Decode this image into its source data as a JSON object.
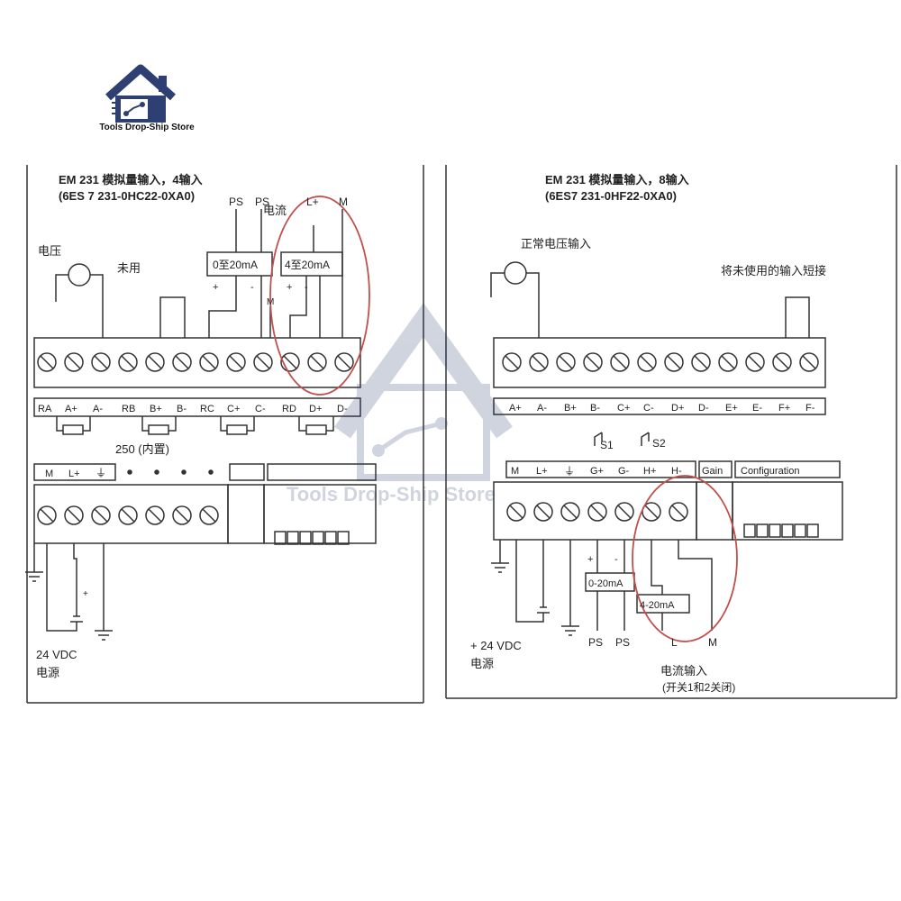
{
  "brand": {
    "name": "Tools Drop-Ship Store",
    "watermark": "Tools Drop-Ship Store",
    "color": "#2e3f73"
  },
  "left_panel": {
    "title": "EM 231 模拟量输入，4输入",
    "part_number": "(6ES 7 231-0HC22-0XA0)",
    "label_voltage": "电压",
    "label_unused": "未用",
    "label_current": "电流",
    "ps1": "PS",
    "ps2": "PS",
    "lplus": "L+",
    "m": "M",
    "box1": "0至20mA",
    "box2": "4至20mA",
    "plus1": "+",
    "minus1": "-",
    "plus2": "+",
    "minus2": "-",
    "m_small": "M",
    "terminals": [
      "RA",
      "A+",
      "A-",
      "RB",
      "B+",
      "B-",
      "RC",
      "C+",
      "C-",
      "RD",
      "D+",
      "D-"
    ],
    "resistor_note": "250 (内置)",
    "power_terms": [
      "M",
      "L+",
      "⏚"
    ],
    "supply_label": "24 VDC",
    "supply_sub": "电源",
    "plus_small": "+"
  },
  "right_panel": {
    "title": "EM 231 模拟量输入，8输入",
    "part_number": "(6ES7 231-0HF22-0XA0)",
    "label_voltage": "正常电压输入",
    "label_unused": "将未使用的输入短接",
    "terminals": [
      "A+",
      "A-",
      "B+",
      "B-",
      "C+",
      "C-",
      "D+",
      "D-",
      "E+",
      "E-",
      "F+",
      "F-"
    ],
    "switch1": "S1",
    "switch2": "S2",
    "lower_terms": [
      "M",
      "L+",
      "⏚",
      "G+",
      "G-",
      "H+",
      "H-"
    ],
    "gain": "Gain",
    "configuration": "Configuration",
    "box1": "0-20mA",
    "box2": "4-20mA",
    "plus": "+",
    "minus": "-",
    "bottom_labels": [
      "PS",
      "PS",
      "L",
      "M"
    ],
    "supply_label": "+ 24 VDC",
    "supply_sub": "电源",
    "current_input": "电流输入",
    "switch_note": "(开关1和2关闭)"
  },
  "colors": {
    "line": "#333333",
    "circle": "#c0504d",
    "watermark": "#2e3f73"
  }
}
